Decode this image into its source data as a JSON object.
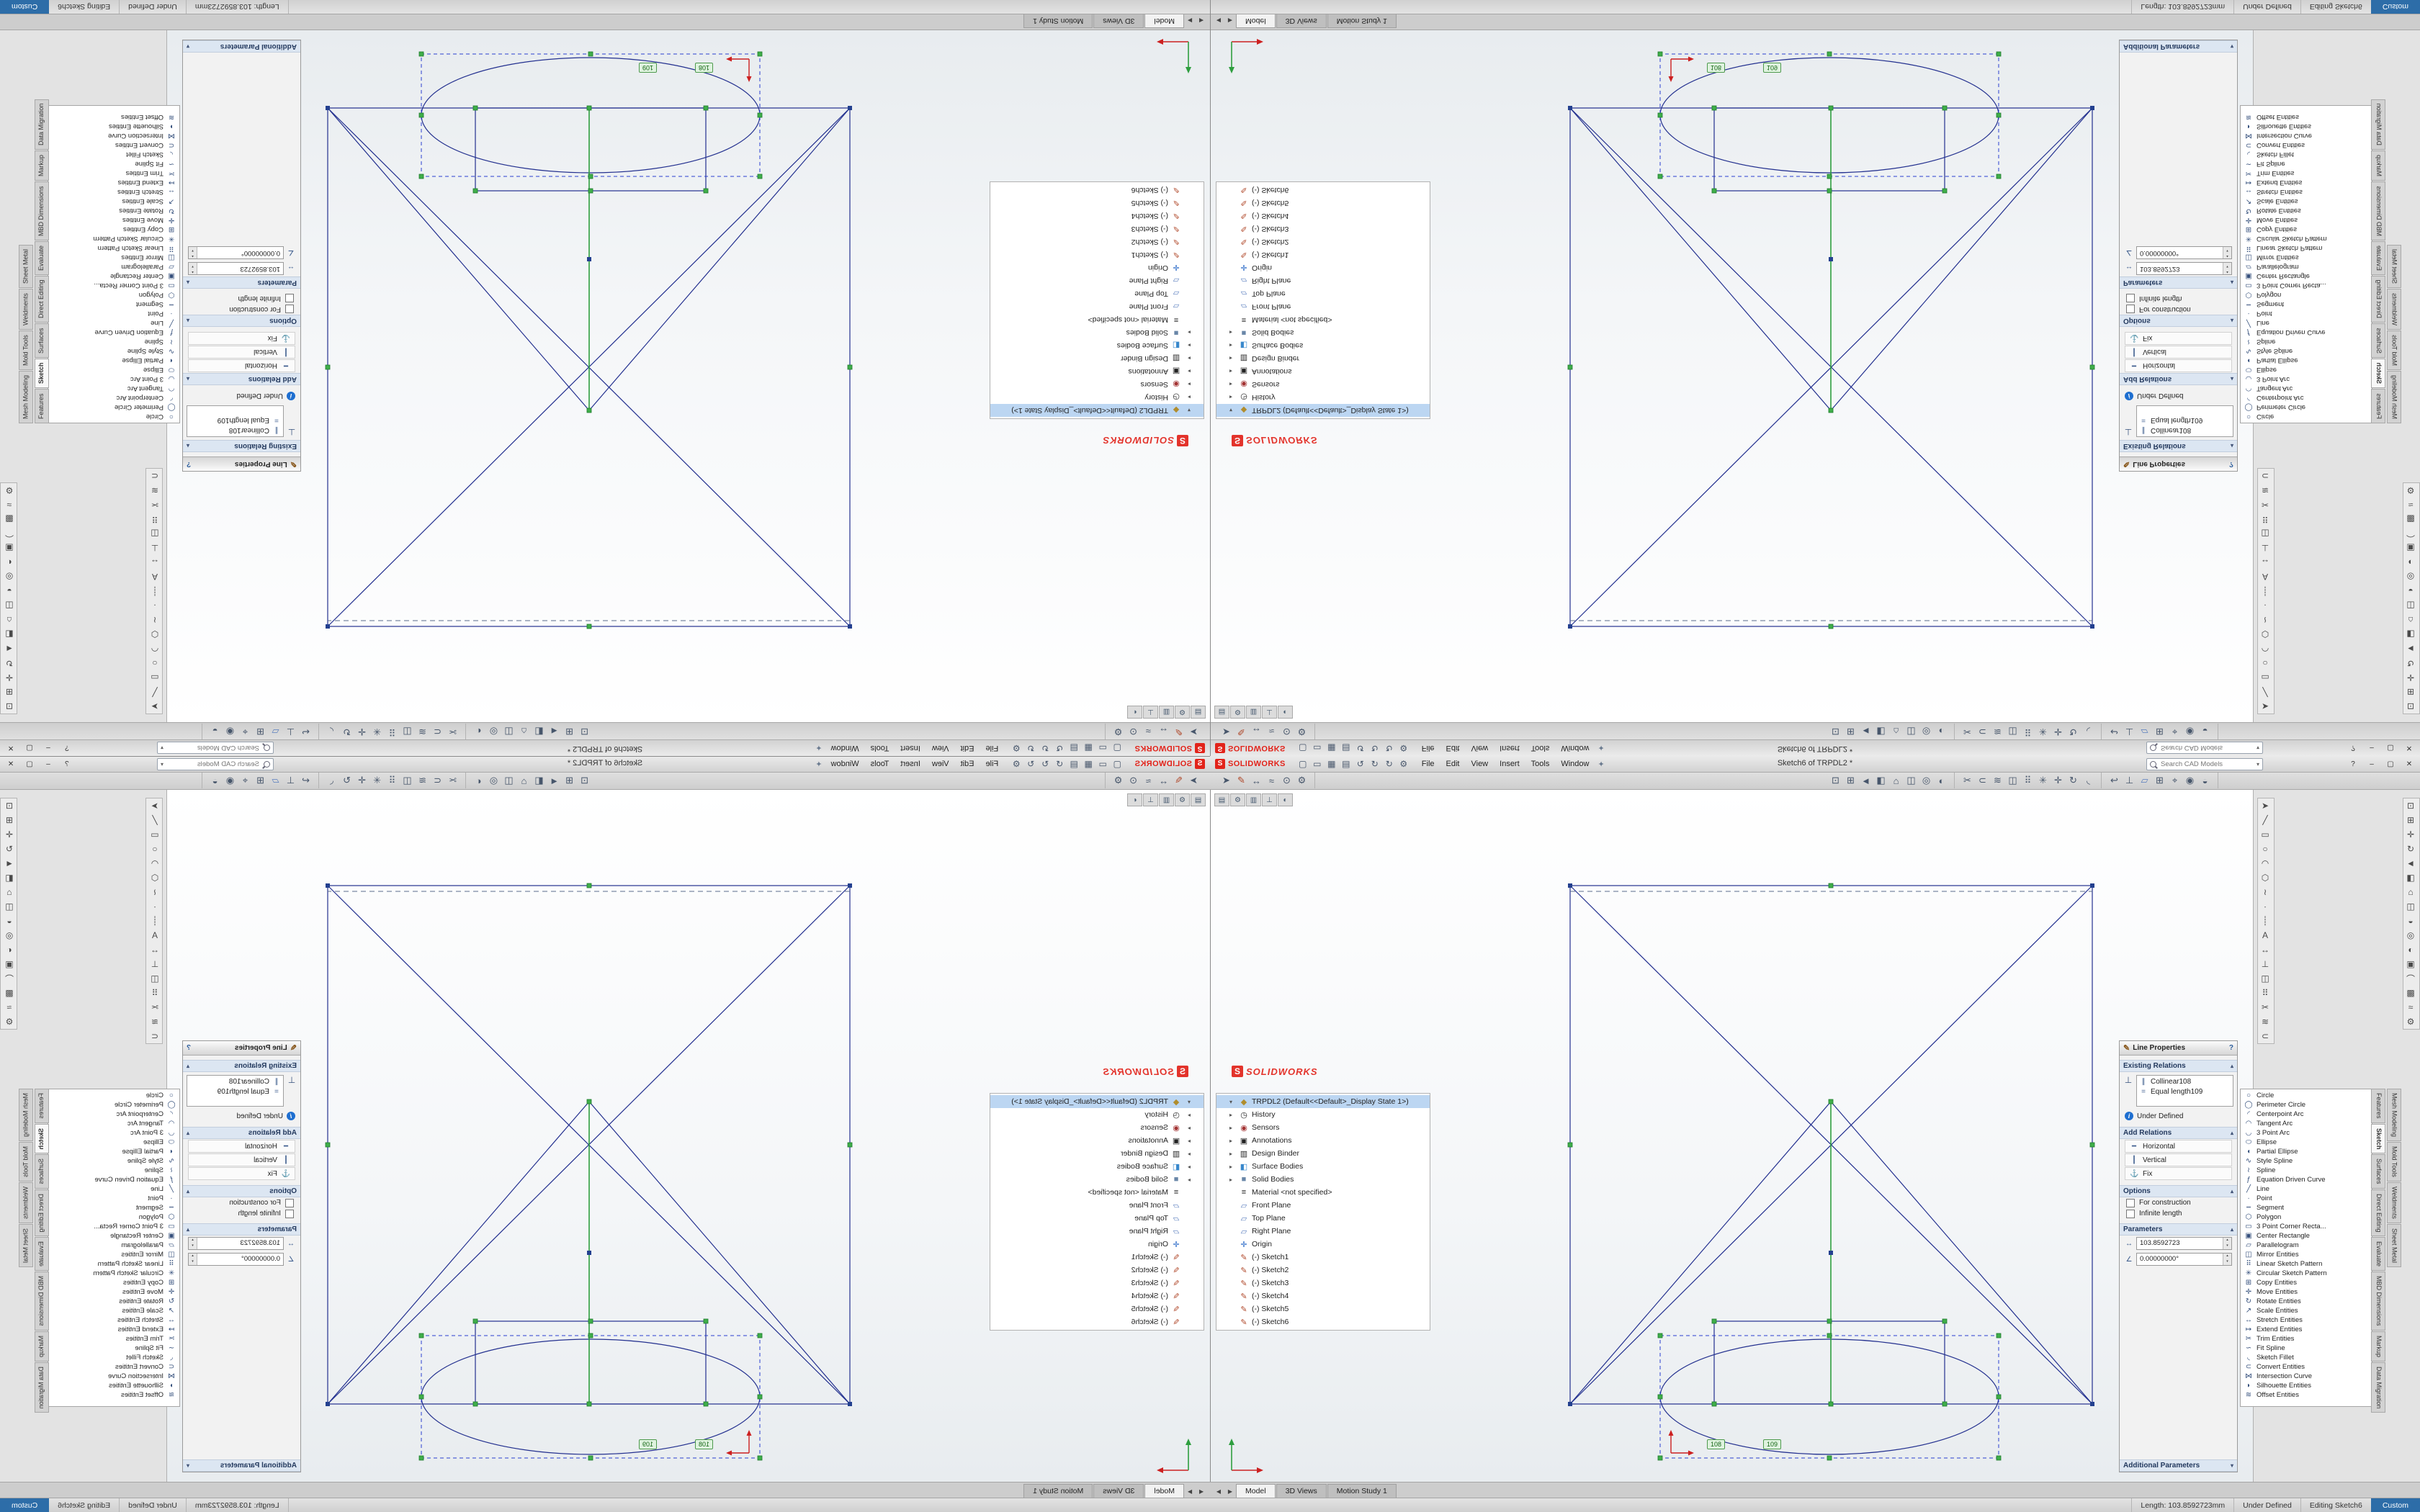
{
  "window": {
    "brand": "SOLIDWORKS",
    "menus": [
      "File",
      "Edit",
      "View",
      "Insert",
      "Tools",
      "Window"
    ],
    "title": "Sketch6 of TRPDL2 *",
    "search_placeholder": "Search CAD Models",
    "controls": [
      "?",
      "–",
      "▢",
      "✕"
    ]
  },
  "menubar_icons": [
    "new-file-icon",
    "open-file-icon",
    "save-icon",
    "print-icon",
    "undo-icon",
    "redo-icon",
    "rebuild-icon",
    "options-icon"
  ],
  "toolbar": {
    "g1": [
      "select-icon",
      "sketch-icon",
      "smart-dimension-icon",
      "evaluate-icon",
      "instant2d-icon",
      "options-icon"
    ],
    "g2": [
      "zoom-fit-icon",
      "zoom-area-icon",
      "previous-view-icon",
      "section-view-icon",
      "view-orientation-icon",
      "display-style-icon",
      "hide-show-icon",
      "edit-appearance-icon"
    ],
    "g3": [
      "trim-entities-icon",
      "convert-entities-icon",
      "offset-entities-icon",
      "mirror-entities-icon",
      "linear-sketch-pattern-icon",
      "circular-sketch-pattern-icon",
      "move-entities-icon",
      "rotate-entities-icon",
      "sketch-fillet-icon"
    ],
    "g4": [
      "exit-sketch-icon",
      "normal-to-icon",
      "plane-icon",
      "grid-icon",
      "snap-icon",
      "camera-icon",
      "shadows-icon"
    ]
  },
  "fm_tabs": [
    "featuremanager-tree-tab-icon",
    "propertymanager-tab-icon",
    "configurationmanager-tab-icon",
    "dimxpertmanager-tab-icon",
    "displaymanager-tab-icon"
  ],
  "feature_tree": {
    "items": [
      {
        "label": "TRPDL2 (Default<<Default>_Display State 1>)",
        "icon": "part-icon",
        "arrow": "▾",
        "selected": true
      },
      {
        "label": "History",
        "icon": "history-icon",
        "arrow": "▸"
      },
      {
        "label": "Sensors",
        "icon": "sensors-icon",
        "arrow": "▸"
      },
      {
        "label": "Annotations",
        "icon": "annotations-icon",
        "arrow": "▸"
      },
      {
        "label": "Design Binder",
        "icon": "design-binder-icon",
        "arrow": "▸"
      },
      {
        "label": "Surface Bodies",
        "icon": "surface-bodies-icon",
        "arrow": "▸"
      },
      {
        "label": "Solid Bodies",
        "icon": "solid-bodies-icon",
        "arrow": "▸"
      },
      {
        "label": "Material <not specified>",
        "icon": "material-icon",
        "arrow": ""
      },
      {
        "label": "Front Plane",
        "icon": "plane-icon",
        "arrow": ""
      },
      {
        "label": "Top Plane",
        "icon": "plane-icon",
        "arrow": ""
      },
      {
        "label": "Right Plane",
        "icon": "plane-icon",
        "arrow": ""
      },
      {
        "label": "Origin",
        "icon": "origin-icon",
        "arrow": ""
      },
      {
        "label": "(-) Sketch1",
        "icon": "sketch-icon",
        "arrow": ""
      },
      {
        "label": "(-) Sketch2",
        "icon": "sketch-icon",
        "arrow": ""
      },
      {
        "label": "(-) Sketch3",
        "icon": "sketch-icon",
        "arrow": ""
      },
      {
        "label": "(-) Sketch4",
        "icon": "sketch-icon",
        "arrow": ""
      },
      {
        "label": "(-) Sketch5",
        "icon": "sketch-icon",
        "arrow": ""
      },
      {
        "label": "(-) Sketch6",
        "icon": "sketch-icon",
        "arrow": ""
      }
    ]
  },
  "sketch": {
    "watermark": "SOLIDWORKS",
    "badges": [
      "108",
      "109"
    ]
  },
  "property_manager": {
    "title": "Line Properties",
    "sections": {
      "existing": "Existing Relations",
      "add": "Add Relations",
      "options": "Options",
      "parameters": "Parameters",
      "additional": "Additional Parameters"
    },
    "relations": [
      {
        "label": "Collinear108",
        "icon": "collinear-icon"
      },
      {
        "label": "Equal length109",
        "icon": "equal-icon"
      }
    ],
    "state": "Under Defined",
    "add_relations": [
      {
        "label": "Horizontal",
        "icon": "horizontal-icon"
      },
      {
        "label": "Vertical",
        "icon": "vertical-icon"
      },
      {
        "label": "Fix",
        "icon": "fix-icon"
      }
    ],
    "options": [
      {
        "label": "For construction"
      },
      {
        "label": "Infinite length"
      }
    ],
    "parameters": [
      {
        "value": "103.8592723",
        "icon": "length-icon"
      },
      {
        "value": "0.00000000°",
        "icon": "angle-icon"
      }
    ]
  },
  "right_toolbar": [
    "select-icon",
    "line-icon",
    "rectangle-icon",
    "circle-icon",
    "arc-icon",
    "polygon-icon",
    "spline-icon",
    "point-icon",
    "centerline-icon",
    "text-icon",
    "dimension-icon",
    "relation-icon",
    "mirror-icon",
    "pattern-icon",
    "trim-icon",
    "offset-icon",
    "convert-icon"
  ],
  "edge_toolbar": [
    "zoom-fit-icon",
    "zoom-area-icon",
    "pan-icon",
    "rotate-view-icon",
    "previous-view-icon",
    "section-view-icon",
    "view-orientation-icon",
    "display-style-icon",
    "shadows-icon",
    "hide-show-icon",
    "appearance-icon",
    "scene-icon",
    "measure-icon",
    "mass-properties-icon",
    "evaluate-icon",
    "options-icon"
  ],
  "command_panel": {
    "items": [
      {
        "label": "Circle",
        "icon": "circle-icon"
      },
      {
        "label": "Perimeter Circle",
        "icon": "perimeter-circle-icon"
      },
      {
        "label": "Centerpoint Arc",
        "icon": "centerpoint-arc-icon"
      },
      {
        "label": "Tangent Arc",
        "icon": "tangent-arc-icon"
      },
      {
        "label": "3 Point Arc",
        "icon": "three-point-arc-icon"
      },
      {
        "label": "Ellipse",
        "icon": "ellipse-icon"
      },
      {
        "label": "Partial Ellipse",
        "icon": "partial-ellipse-icon"
      },
      {
        "label": "Style Spline",
        "icon": "style-spline-icon"
      },
      {
        "label": "Spline",
        "icon": "spline-icon"
      },
      {
        "label": "Equation Driven Curve",
        "icon": "equation-driven-curve-icon"
      },
      {
        "label": "Line",
        "icon": "line-icon"
      },
      {
        "label": "Point",
        "icon": "point-icon"
      },
      {
        "label": "Segment",
        "icon": "segment-icon"
      },
      {
        "label": "Polygon",
        "icon": "polygon-icon"
      },
      {
        "label": "3 Point Corner Recta...",
        "icon": "three-point-corner-rectangle-icon"
      },
      {
        "label": "Center Rectangle",
        "icon": "center-rectangle-icon"
      },
      {
        "label": "Parallelogram",
        "icon": "parallelogram-icon"
      },
      {
        "label": "Mirror Entities",
        "icon": "mirror-entities-icon"
      },
      {
        "label": "Linear Sketch Pattern",
        "icon": "linear-sketch-pattern-icon"
      },
      {
        "label": "Circular Sketch Pattern",
        "icon": "circular-sketch-pattern-icon"
      },
      {
        "label": "Copy Entities",
        "icon": "copy-entities-icon"
      },
      {
        "label": "Move Entities",
        "icon": "move-entities-icon"
      },
      {
        "label": "Rotate Entities",
        "icon": "rotate-entities-icon"
      },
      {
        "label": "Scale Entities",
        "icon": "scale-entities-icon"
      },
      {
        "label": "Stretch Entities",
        "icon": "stretch-entities-icon"
      },
      {
        "label": "Extend Entities",
        "icon": "extend-entities-icon"
      },
      {
        "label": "Trim Entities",
        "icon": "trim-entities-icon"
      },
      {
        "label": "Fit Spline",
        "icon": "fit-spline-icon"
      },
      {
        "label": "Sketch Fillet",
        "icon": "sketch-fillet-icon"
      },
      {
        "label": "Convert Entities",
        "icon": "convert-entities-icon"
      },
      {
        "label": "Intersection Curve",
        "icon": "intersection-curve-icon"
      },
      {
        "label": "Silhouette Entities",
        "icon": "silhouette-entities-icon"
      },
      {
        "label": "Offset Entities",
        "icon": "offset-entities-icon"
      }
    ]
  },
  "command_tabs": {
    "items": [
      {
        "label": "Features"
      },
      {
        "label": "Sketch",
        "active": true
      },
      {
        "label": "Surfaces"
      },
      {
        "label": "Direct Editing"
      },
      {
        "label": "Evaluate"
      },
      {
        "label": "MBD Dimensions"
      },
      {
        "label": "Markup"
      },
      {
        "label": "Data Migration"
      },
      {
        "label": "Mesh Modeling"
      },
      {
        "label": "Mold Tools"
      },
      {
        "label": "Weldments"
      },
      {
        "label": "Sheet Metal"
      }
    ]
  },
  "doc_tabs": {
    "items": [
      {
        "label": "Model",
        "active": true
      },
      {
        "label": "3D Views"
      },
      {
        "label": "Motion Study 1"
      }
    ]
  },
  "status_bar": {
    "length": "Length: 103.8592723mm",
    "state": "Under Defined",
    "editing": "Editing Sketch6",
    "custom": "Custom"
  }
}
